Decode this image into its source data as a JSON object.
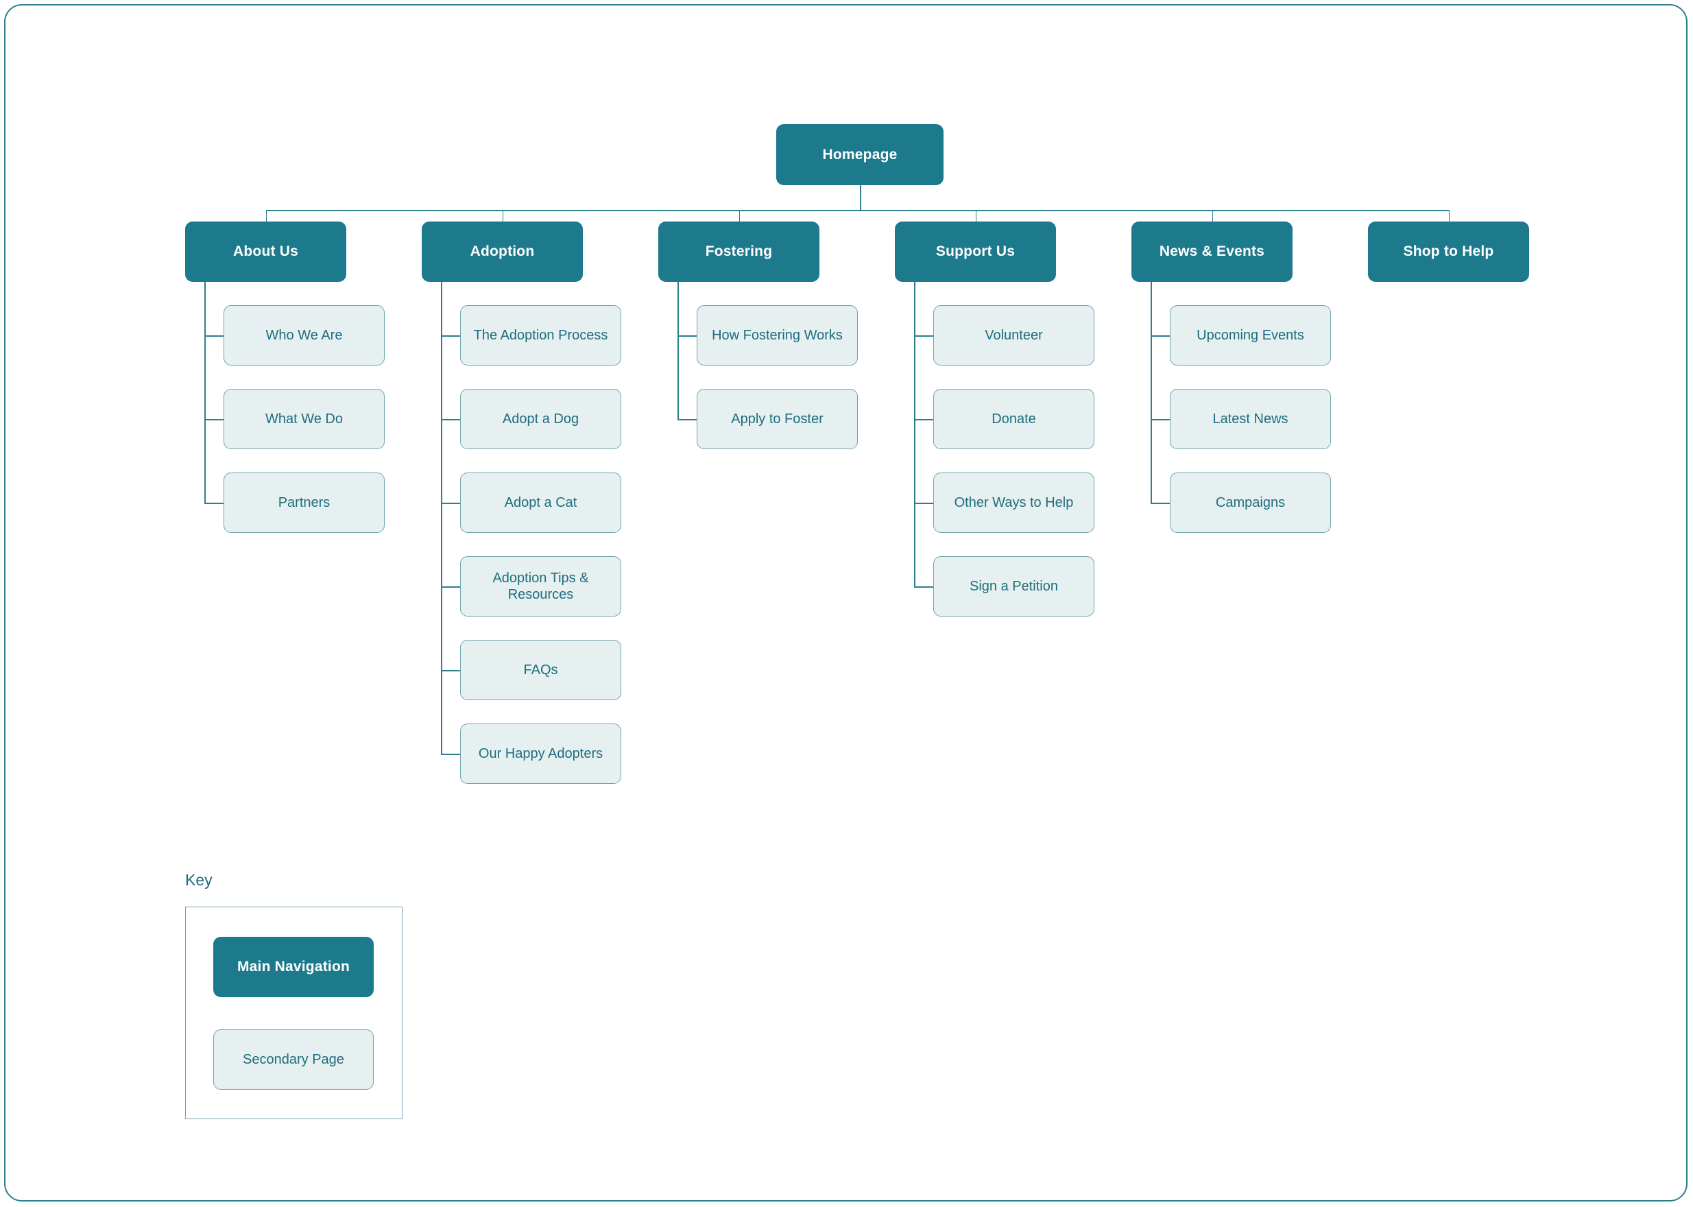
{
  "diagram": {
    "type": "sitemap-tree",
    "colors": {
      "primary_fill": "#1d7a8c",
      "primary_text": "#ffffff",
      "secondary_fill": "#e6f0f1",
      "secondary_border": "#6fa5ae",
      "secondary_text": "#1d6d7d",
      "connector": "#2c7f8d",
      "page_border": "#2c7f8d"
    },
    "root": {
      "label": "Homepage"
    },
    "branches": [
      {
        "label": "About Us",
        "children": [
          {
            "label": "Who We Are"
          },
          {
            "label": "What We Do"
          },
          {
            "label": "Partners"
          }
        ]
      },
      {
        "label": "Adoption",
        "children": [
          {
            "label": "The Adoption Process"
          },
          {
            "label": "Adopt a Dog"
          },
          {
            "label": "Adopt a Cat"
          },
          {
            "label": "Adoption Tips &\nResources"
          },
          {
            "label": "FAQs"
          },
          {
            "label": "Our Happy Adopters"
          }
        ]
      },
      {
        "label": "Fostering",
        "children": [
          {
            "label": "How Fostering Works"
          },
          {
            "label": "Apply to Foster"
          }
        ]
      },
      {
        "label": "Support Us",
        "children": [
          {
            "label": "Volunteer"
          },
          {
            "label": "Donate"
          },
          {
            "label": "Other Ways to Help"
          },
          {
            "label": "Sign a Petition"
          }
        ]
      },
      {
        "label": "News & Events",
        "children": [
          {
            "label": "Upcoming Events"
          },
          {
            "label": "Latest News"
          },
          {
            "label": "Campaigns"
          }
        ]
      },
      {
        "label": "Shop to Help",
        "children": []
      }
    ]
  },
  "key": {
    "title": "Key",
    "items": [
      {
        "label": "Main Navigation",
        "style": "primary"
      },
      {
        "label": "Secondary Page",
        "style": "secondary"
      }
    ]
  }
}
